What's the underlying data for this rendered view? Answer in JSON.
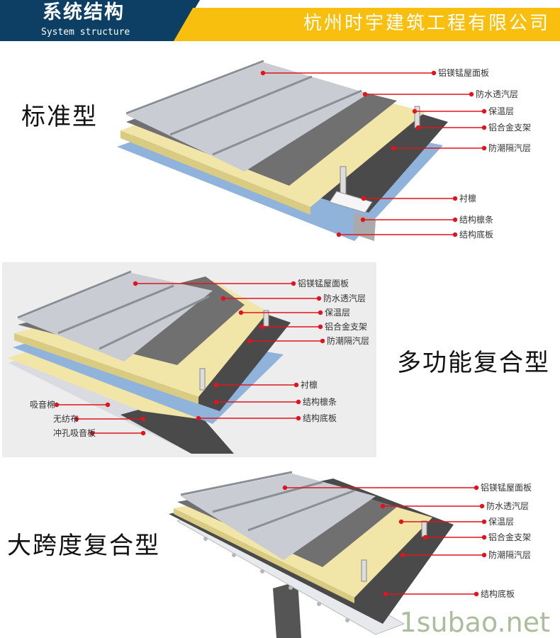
{
  "header": {
    "title": "系统结构",
    "subtitle": "System structure",
    "company": "杭州时宇建筑工程有限公司"
  },
  "sections": [
    {
      "type_name": "标准型",
      "labels": [
        "铝镁锰屋面板",
        "防水透汽层",
        "保温层",
        "铝合金支架",
        "防潮隔汽层",
        "衬檩",
        "结构檩条",
        "结构底板"
      ]
    },
    {
      "type_name": "多功能复合型",
      "labels": [
        "铝镁锰屋面板",
        "防水透汽层",
        "保温层",
        "铝合金支架",
        "防潮隔汽层",
        "衬檩",
        "结构檩条",
        "结构底板",
        "吸音棉",
        "无纺布",
        "冲孔吸音板"
      ]
    },
    {
      "type_name": "大跨度复合型",
      "labels": [
        "铝镁锰屋面板",
        "防水透汽层",
        "保温层",
        "铝合金支架",
        "防潮隔汽层",
        "结构底板"
      ]
    }
  ],
  "watermark": "1subao.net",
  "colors": {
    "header_blue": "#0c3f63",
    "header_yellow": "#f9bf0f",
    "leader_red": "#e0141e",
    "insulation": "#f1e6a8",
    "membrane": "#6f6f6f",
    "panel": "#c9ccd2",
    "base": "#8fb3db"
  }
}
